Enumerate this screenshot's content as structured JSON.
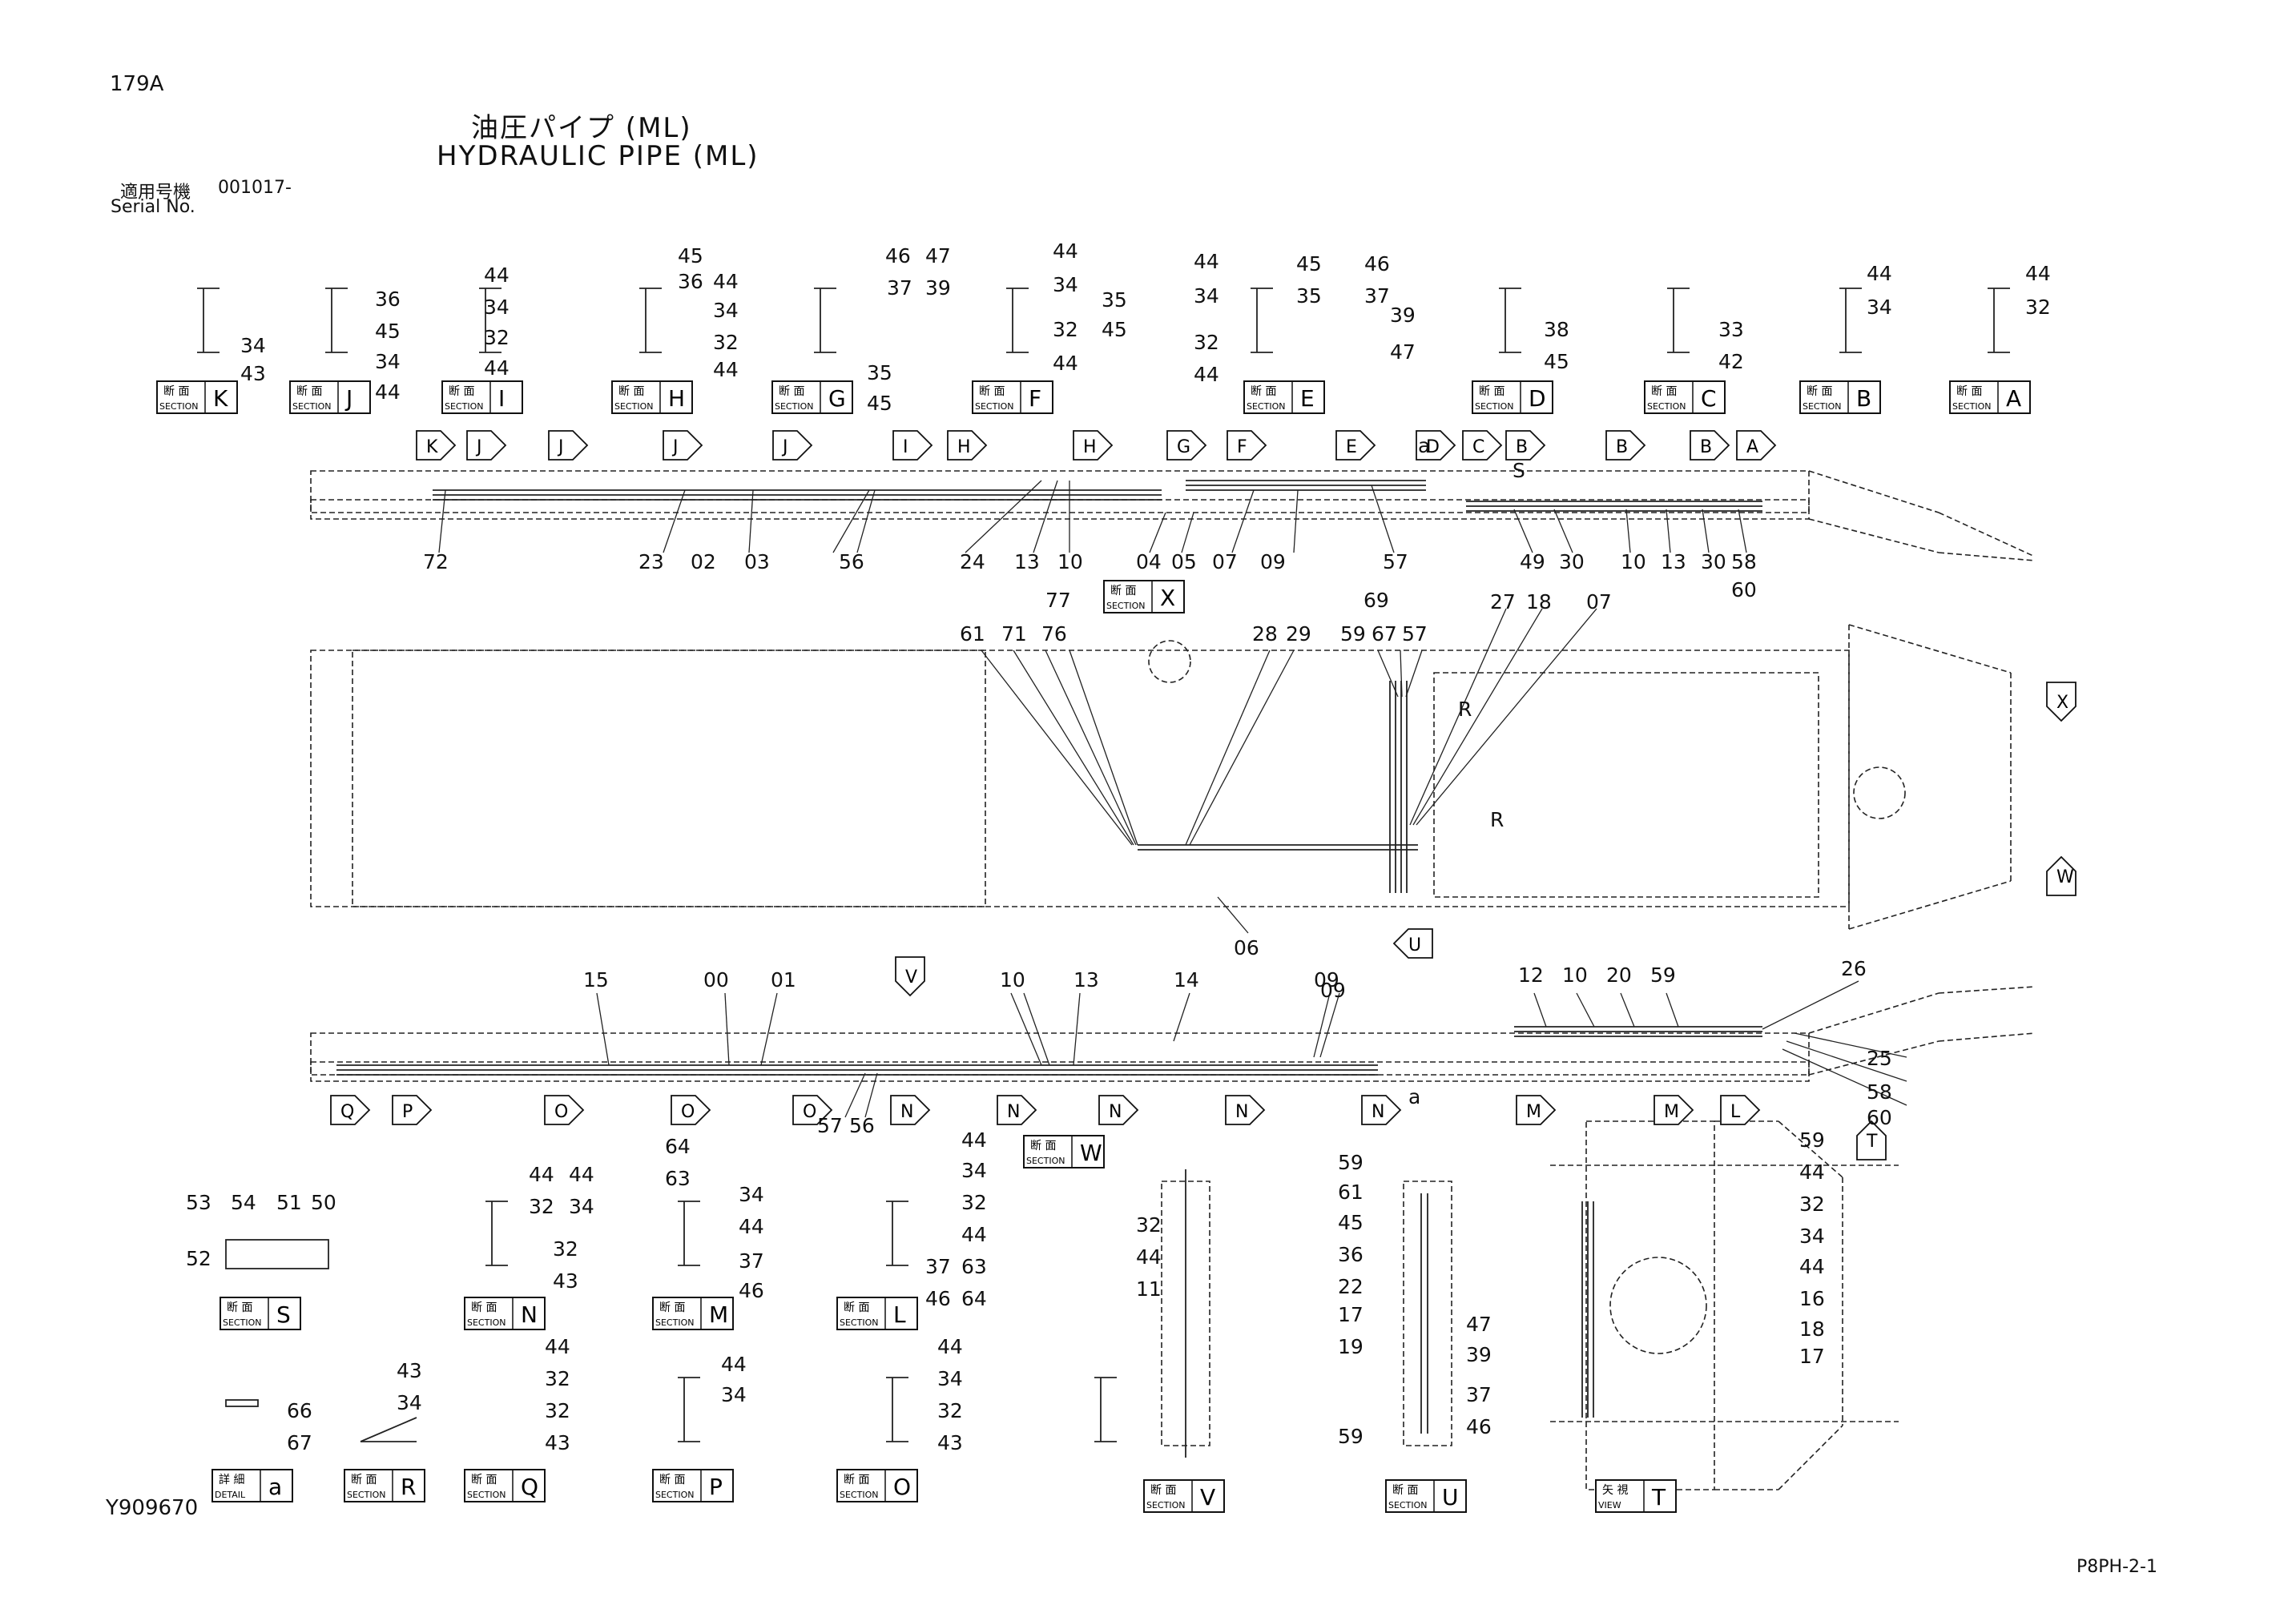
{
  "header": {
    "page_code": "179A",
    "title_jp": "油圧パイプ (ML)",
    "title_en": "HYDRAULIC PIPE (ML)",
    "serial_label_jp": "適用号機",
    "serial_value": "001017-",
    "serial_label_en": "Serial No.",
    "drawing_no": "Y909670",
    "sheet_code": "P8PH-2-1"
  },
  "section_word_jp": "断 面",
  "section_word_en": "SECTION",
  "view_word_jp": "矢 視",
  "view_word_en": "VIEW",
  "detail_word_jp": "詳 細",
  "detail_word_en": "DETAIL",
  "sections_top": [
    {
      "letter": "K",
      "labels": [
        "34",
        "43"
      ]
    },
    {
      "letter": "J",
      "labels": [
        "36",
        "45",
        "34",
        "44"
      ]
    },
    {
      "letter": "I",
      "labels": [
        "44",
        "34",
        "32",
        "44"
      ]
    },
    {
      "letter": "H",
      "labels": [
        "45",
        "36",
        "44",
        "34",
        "32",
        "44"
      ]
    },
    {
      "letter": "G",
      "labels": [
        "46",
        "47",
        "37",
        "39",
        "35",
        "45"
      ]
    },
    {
      "letter": "F",
      "labels": [
        "44",
        "34",
        "35",
        "45",
        "32",
        "44"
      ]
    },
    {
      "letter": "E",
      "labels": [
        "44",
        "34",
        "45",
        "35",
        "46",
        "37",
        "39",
        "47",
        "32",
        "44"
      ]
    },
    {
      "letter": "D",
      "labels": [
        "38",
        "45"
      ]
    },
    {
      "letter": "C",
      "labels": [
        "33",
        "42"
      ]
    },
    {
      "letter": "B",
      "labels": [
        "44",
        "34"
      ]
    },
    {
      "letter": "A",
      "labels": [
        "44",
        "32"
      ]
    }
  ],
  "top_arrows": [
    "K",
    "J",
    "J",
    "J",
    "J",
    "I",
    "H",
    "H",
    "G",
    "F",
    "E",
    "D",
    "C",
    "B",
    "B",
    "B",
    "A"
  ],
  "top_view_labels": [
    "72",
    "23",
    "02",
    "03",
    "56",
    "24",
    "13",
    "10",
    "04",
    "05",
    "07",
    "09",
    "57",
    "49",
    "30",
    "10",
    "13",
    "30",
    "58",
    "60",
    "S",
    "a"
  ],
  "section_x": {
    "letter": "X"
  },
  "middle_view_labels": [
    "77",
    "61",
    "71",
    "76",
    "28",
    "29",
    "69",
    "59",
    "67",
    "57",
    "27",
    "18",
    "07",
    "06",
    "R",
    "R"
  ],
  "middle_arrows": [
    "X",
    "W",
    "U",
    "V"
  ],
  "bottom_view_labels": [
    "15",
    "00",
    "01",
    "10",
    "13",
    "14",
    "09",
    "09",
    "12",
    "10",
    "20",
    "59",
    "26",
    "25",
    "58",
    "60",
    "57",
    "56",
    "a"
  ],
  "bottom_arrows": [
    "Q",
    "P",
    "O",
    "O",
    "O",
    "N",
    "N",
    "N",
    "N",
    "N",
    "M",
    "M",
    "L",
    "T"
  ],
  "section_w": {
    "letter": "W"
  },
  "lower_sections": [
    {
      "letter": "S",
      "kind": "section",
      "labels": [
        "53",
        "54",
        "51",
        "50",
        "52"
      ]
    },
    {
      "letter": "N",
      "kind": "section",
      "labels": [
        "44",
        "44",
        "32",
        "34",
        "32",
        "43"
      ]
    },
    {
      "letter": "M",
      "kind": "section",
      "labels": [
        "64",
        "63",
        "34",
        "44",
        "37",
        "46"
      ]
    },
    {
      "letter": "L",
      "kind": "section",
      "labels": [
        "44",
        "34",
        "32",
        "44",
        "37",
        "63",
        "46",
        "64"
      ]
    },
    {
      "letter": "V",
      "kind": "section",
      "labels": [
        "32",
        "44",
        "11"
      ]
    },
    {
      "letter": "U",
      "kind": "section",
      "labels": [
        "59",
        "61",
        "45",
        "36",
        "22",
        "17",
        "19",
        "47",
        "39",
        "37",
        "46",
        "59"
      ]
    },
    {
      "letter": "T",
      "kind": "view",
      "labels": [
        "59",
        "44",
        "32",
        "34",
        "44",
        "16",
        "18",
        "17"
      ]
    },
    {
      "letter": "a",
      "kind": "detail",
      "labels": [
        "66",
        "67"
      ]
    },
    {
      "letter": "R",
      "kind": "section",
      "labels": [
        "43",
        "34"
      ]
    },
    {
      "letter": "Q",
      "kind": "section",
      "labels": [
        "44",
        "32",
        "32",
        "43"
      ]
    },
    {
      "letter": "P",
      "kind": "section",
      "labels": [
        "44",
        "34"
      ]
    },
    {
      "letter": "O",
      "kind": "section",
      "labels": [
        "44",
        "34",
        "32",
        "43"
      ]
    }
  ]
}
